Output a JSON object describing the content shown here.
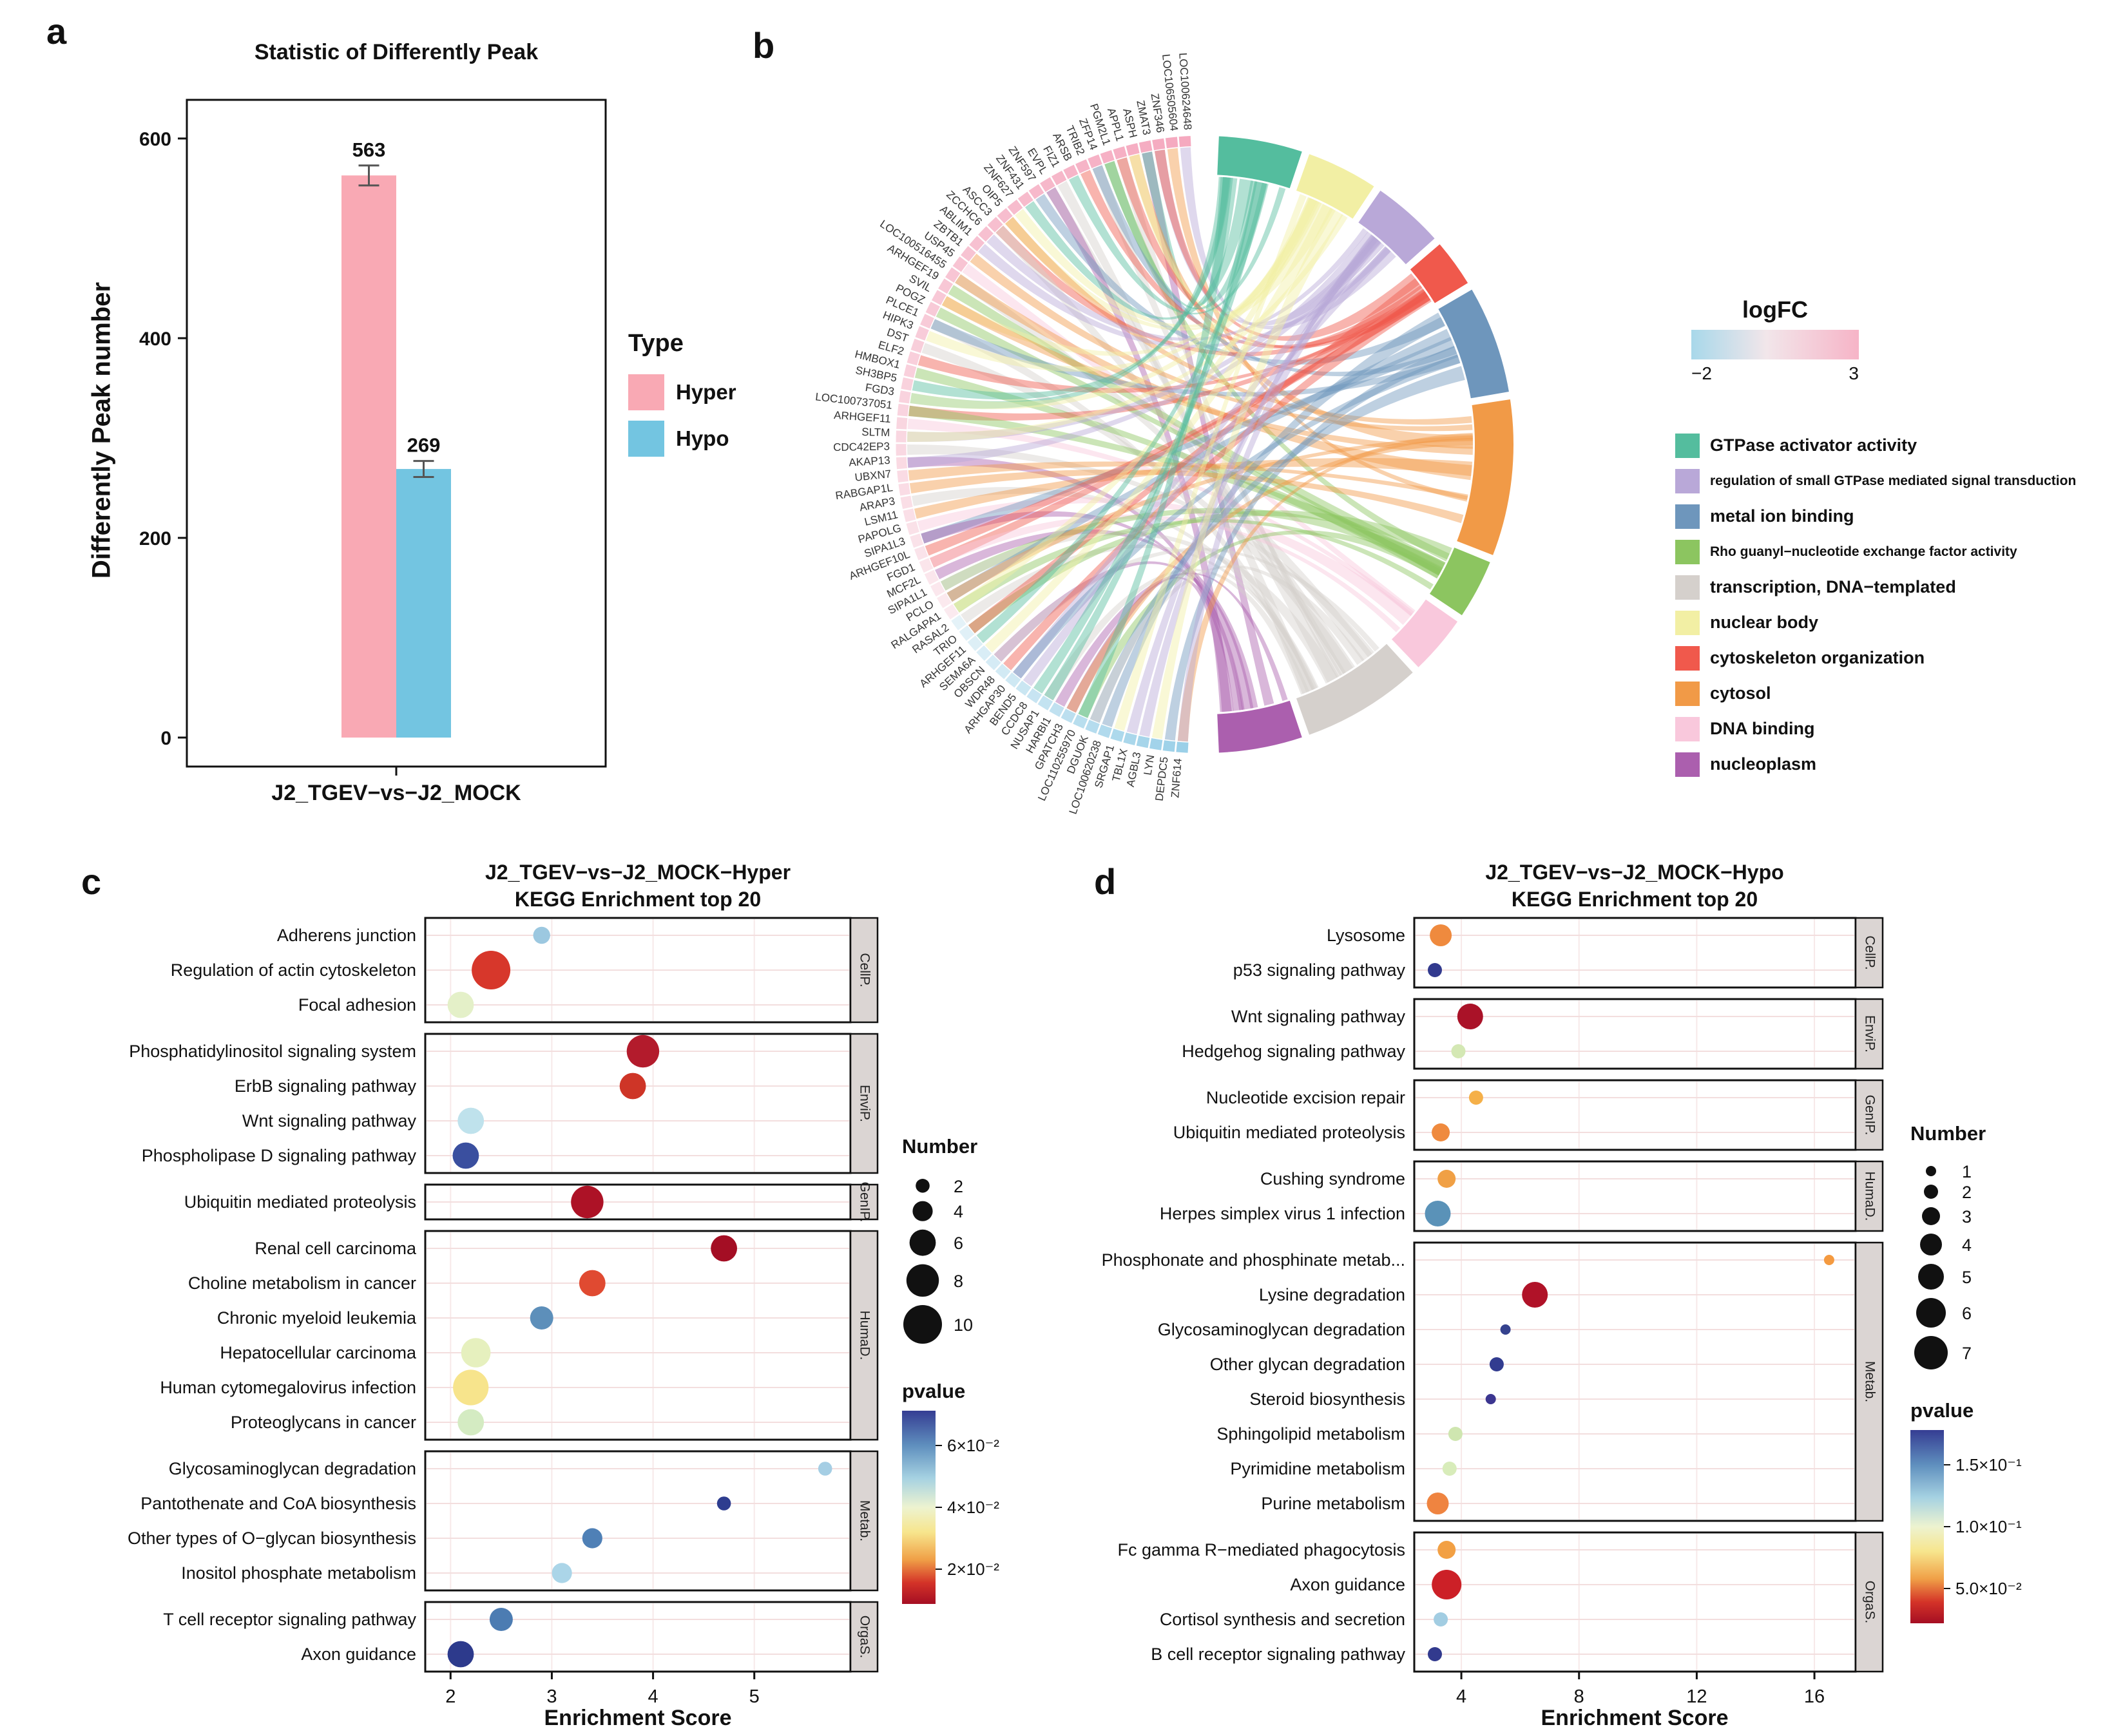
{
  "figure": {
    "panel_labels": {
      "a": "a",
      "b": "b",
      "c": "c",
      "d": "d"
    }
  },
  "chart_data": [
    {
      "id": "panel_a",
      "type": "bar",
      "title": "Statistic of Differently Peak",
      "xlabel": "J2_TGEV−vs−J2_MOCK",
      "ylabel": "Differently Peak number",
      "ylim": [
        0,
        620
      ],
      "yticks": [
        0,
        200,
        400,
        600
      ],
      "legend_title": "Type",
      "series": [
        {
          "name": "Hyper",
          "value": 563,
          "error": 10,
          "color": "#F9A9B4"
        },
        {
          "name": "Hypo",
          "value": 269,
          "error": 8,
          "color": "#73C5E1"
        }
      ]
    },
    {
      "id": "panel_b",
      "type": "chord",
      "logfc": {
        "title": "logFC",
        "min_label": "−2",
        "max_label": "3",
        "colors": [
          "#A8D8EA",
          "#F2E6EA",
          "#F6B4C7"
        ]
      },
      "go_terms": [
        {
          "label": "GTPase activator activity",
          "color": "#54BD9E",
          "arc_weight": 7
        },
        {
          "label": "regulation of small GTPase mediated signal transduction",
          "color": "#B9A8D8",
          "arc_weight": 6
        },
        {
          "label": "metal ion binding",
          "color": "#6E96BC",
          "arc_weight": 9
        },
        {
          "label": "Rho guanyl−nucleotide exchange factor activity",
          "color": "#8CC560",
          "arc_weight": 5
        },
        {
          "label": "transcription, DNA−templated",
          "color": "#D5D0CC",
          "arc_weight": 10
        },
        {
          "label": "nuclear body",
          "color": "#F2EFA4",
          "arc_weight": 6
        },
        {
          "label": "cytoskeleton organization",
          "color": "#F0594C",
          "arc_weight": 4
        },
        {
          "label": "cytosol",
          "color": "#F19A47",
          "arc_weight": 13
        },
        {
          "label": "DNA binding",
          "color": "#F9C8DC",
          "arc_weight": 5
        },
        {
          "label": "nucleoplasm",
          "color": "#AB5FAE",
          "arc_weight": 7
        }
      ],
      "arc_order": [
        0,
        5,
        1,
        6,
        2,
        7,
        3,
        8,
        4,
        9
      ],
      "hyper_gene_count": 49,
      "genes": [
        "LOC100624648",
        "LOC106505604",
        "ZNF346",
        "ZMAT3",
        "ASPH",
        "APPL1",
        "PGM2L1",
        "ZFP14",
        "TRIB2",
        "ARSB",
        "FIZ1",
        "EVPL",
        "ZNF597",
        "ZNF431",
        "ZNF627",
        "OIP5",
        "ASCC3",
        "ZCCHC6",
        "ABLIM1",
        "ZBTB1",
        "USP45",
        "LOC100516455",
        "ARHGEF19",
        "SVIL",
        "POGZ",
        "PLCE1",
        "HIPK3",
        "DST",
        "ELF2",
        "HMBOX1",
        "SH3BP5",
        "FGD3",
        "LOC100737051",
        "ARHGEF11",
        "SLTM",
        "CDC42EP3",
        "AKAP13",
        "UBXN7",
        "RABGAP1L",
        "ARAP3",
        "LSM11",
        "PAPOLG",
        "SIPA1L3",
        "ARHGEF10L",
        "FGD1",
        "MCF2L",
        "SIPA1L1",
        "PCLO",
        "RALGAPA1",
        "RASAL2",
        "TRIO",
        "ARHGEF11",
        "SEMA6A",
        "OBSCN",
        "WDR48",
        "ARHGAP30",
        "BEND5",
        "CCDC8",
        "NUSAP1",
        "HARBI1",
        "GPATCH3",
        "LOC110255970",
        "DGUOK",
        "LOC100620238",
        "SRGAP1",
        "TBL1X",
        "AGBL3",
        "LYN",
        "DEPDC5",
        "ZNF614"
      ]
    },
    {
      "id": "panel_c",
      "type": "dotplot",
      "title_line1": "J2_TGEV−vs−J2_MOCK−Hyper",
      "title_line2": "KEGG Enrichment top 20",
      "xlabel": "Enrichment Score",
      "xticks": [
        2,
        3,
        4,
        5
      ],
      "number_legend": {
        "title": "Number",
        "values": [
          2,
          4,
          6,
          8,
          10
        ]
      },
      "pvalue_legend": {
        "title": "pvalue",
        "labels": [
          "6×10⁻²",
          "4×10⁻²",
          "2×10⁻²"
        ]
      },
      "groups": [
        {
          "label": "CellP.",
          "rows": [
            {
              "pathway": "Adherens junction",
              "score": 2.9,
              "number": 3,
              "color": "#9CC8E0"
            },
            {
              "pathway": "Regulation of actin cytoskeleton",
              "score": 2.4,
              "number": 10,
              "color": "#D7372B"
            },
            {
              "pathway": "Focal adhesion",
              "score": 2.1,
              "number": 6,
              "color": "#E4F0C8"
            }
          ]
        },
        {
          "label": "EnviP.",
          "rows": [
            {
              "pathway": "Phosphatidylinositol signaling system",
              "score": 3.9,
              "number": 8,
              "color": "#B31B2C"
            },
            {
              "pathway": "ErbB signaling pathway",
              "score": 3.8,
              "number": 6,
              "color": "#CE3527"
            },
            {
              "pathway": "Wnt signaling pathway",
              "score": 2.2,
              "number": 6,
              "color": "#BFE2EC"
            },
            {
              "pathway": "Phospholipase D signaling pathway",
              "score": 2.15,
              "number": 6,
              "color": "#3A4F9F"
            }
          ]
        },
        {
          "label": "GenIP.",
          "rows": [
            {
              "pathway": "Ubiquitin mediated proteolysis",
              "score": 3.35,
              "number": 8,
              "color": "#AD1226"
            }
          ]
        },
        {
          "label": "HumaD.",
          "rows": [
            {
              "pathway": "Renal cell carcinoma",
              "score": 4.7,
              "number": 6,
              "color": "#A40E24"
            },
            {
              "pathway": "Choline metabolism in cancer",
              "score": 3.4,
              "number": 6,
              "color": "#E04A31"
            },
            {
              "pathway": "Chronic myeloid leukemia",
              "score": 2.9,
              "number": 5,
              "color": "#5D8FBA"
            },
            {
              "pathway": "Hepatocellular carcinoma",
              "score": 2.25,
              "number": 7,
              "color": "#E6F0BE"
            },
            {
              "pathway": "Human cytomegalovirus infection",
              "score": 2.2,
              "number": 9,
              "color": "#F7E48C"
            },
            {
              "pathway": "Proteoglycans in cancer",
              "score": 2.2,
              "number": 6,
              "color": "#D4EBC2"
            }
          ]
        },
        {
          "label": "Metab.",
          "rows": [
            {
              "pathway": "Glycosaminoglycan degradation",
              "score": 5.7,
              "number": 2,
              "color": "#A5CEE4"
            },
            {
              "pathway": "Pantothenate and CoA biosynthesis",
              "score": 4.7,
              "number": 2,
              "color": "#2E3D8F"
            },
            {
              "pathway": "Other types of O−glycan biosynthesis",
              "score": 3.4,
              "number": 4,
              "color": "#4F80B6"
            },
            {
              "pathway": "Inositol phosphate metabolism",
              "score": 3.1,
              "number": 4,
              "color": "#ABD5E8"
            }
          ]
        },
        {
          "label": "OrgaS.",
          "rows": [
            {
              "pathway": "T cell receptor signaling pathway",
              "score": 2.5,
              "number": 5,
              "color": "#4C7CB2"
            },
            {
              "pathway": "Axon guidance",
              "score": 2.1,
              "number": 6,
              "color": "#2D3A8C"
            }
          ]
        }
      ]
    },
    {
      "id": "panel_d",
      "type": "dotplot",
      "title_line1": "J2_TGEV−vs−J2_MOCK−Hypo",
      "title_line2": "KEGG Enrichment top 20",
      "xlabel": "Enrichment Score",
      "xticks": [
        4,
        8,
        12,
        16
      ],
      "number_legend": {
        "title": "Number",
        "values": [
          1,
          2,
          3,
          4,
          5,
          6,
          7
        ]
      },
      "pvalue_legend": {
        "title": "pvalue",
        "labels": [
          "1.5×10⁻¹",
          "1.0×10⁻¹",
          "5.0×10⁻²"
        ]
      },
      "groups": [
        {
          "label": "CellP.",
          "rows": [
            {
              "pathway": "Lysosome",
              "score": 3.3,
              "number": 4,
              "color": "#EF8A3E"
            },
            {
              "pathway": "p53 signaling pathway",
              "score": 3.1,
              "number": 2,
              "color": "#323A8E"
            }
          ]
        },
        {
          "label": "EnviP.",
          "rows": [
            {
              "pathway": "Wnt signaling pathway",
              "score": 4.3,
              "number": 5,
              "color": "#AA1228"
            },
            {
              "pathway": "Hedgehog signaling pathway",
              "score": 3.9,
              "number": 2,
              "color": "#D4E8B4"
            }
          ]
        },
        {
          "label": "GenIP.",
          "rows": [
            {
              "pathway": "Nucleotide excision repair",
              "score": 4.5,
              "number": 2,
              "color": "#F5B049"
            },
            {
              "pathway": "Ubiquitin mediated proteolysis",
              "score": 3.3,
              "number": 3,
              "color": "#EF8A3E"
            }
          ]
        },
        {
          "label": "HumaD.",
          "rows": [
            {
              "pathway": "Cushing syndrome",
              "score": 3.5,
              "number": 3,
              "color": "#F0A045"
            },
            {
              "pathway": "Herpes simplex virus 1 infection",
              "score": 3.2,
              "number": 5,
              "color": "#5A92B8"
            }
          ]
        },
        {
          "label": "Metab.",
          "rows": [
            {
              "pathway": "Phosphonate and phosphinate metab...",
              "score": 16.5,
              "number": 1,
              "color": "#F49A40"
            },
            {
              "pathway": "Lysine degradation",
              "score": 6.5,
              "number": 5,
              "color": "#B01228"
            },
            {
              "pathway": "Glycosaminoglycan degradation",
              "score": 5.5,
              "number": 1,
              "color": "#35428E"
            },
            {
              "pathway": "Other glycan degradation",
              "score": 5.2,
              "number": 2,
              "color": "#323C90"
            },
            {
              "pathway": "Steroid biosynthesis",
              "score": 5.0,
              "number": 1,
              "color": "#3C3690"
            },
            {
              "pathway": "Sphingolipid metabolism",
              "score": 3.8,
              "number": 2,
              "color": "#CFE6B0"
            },
            {
              "pathway": "Pyrimidine metabolism",
              "score": 3.6,
              "number": 2,
              "color": "#D8ECBA"
            },
            {
              "pathway": "Purine metabolism",
              "score": 3.2,
              "number": 4,
              "color": "#EF8440"
            }
          ]
        },
        {
          "label": "OrgaS.",
          "rows": [
            {
              "pathway": "Fc gamma R−mediated phagocytosis",
              "score": 3.5,
              "number": 3,
              "color": "#F2A044"
            },
            {
              "pathway": "Axon guidance",
              "score": 3.5,
              "number": 6,
              "color": "#CC2027"
            },
            {
              "pathway": "Cortisol synthesis and secretion",
              "score": 3.3,
              "number": 2,
              "color": "#A2CDE2"
            },
            {
              "pathway": "B cell receptor signaling pathway",
              "score": 3.1,
              "number": 2,
              "color": "#323A8E"
            }
          ]
        }
      ]
    }
  ]
}
